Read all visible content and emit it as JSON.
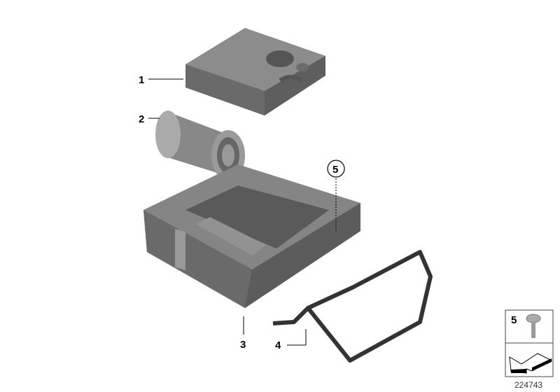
{
  "callouts": [
    {
      "label": "1",
      "part": "compressor"
    },
    {
      "label": "2",
      "part": "sealant-bottle"
    },
    {
      "label": "3",
      "part": "foam-tray"
    },
    {
      "label": "4",
      "part": "retaining-strap"
    },
    {
      "label": "5",
      "part": "screw",
      "circled": true
    }
  ],
  "legend_box": {
    "item_label": "5",
    "icon": "screw-icon",
    "arrow_icon": "arrow-icon"
  },
  "diagram_number": "224743",
  "colors": {
    "part_fill": "#7a7a7a",
    "part_dark": "#555555",
    "strap": "#3a3a3a",
    "lines": "#000000"
  }
}
